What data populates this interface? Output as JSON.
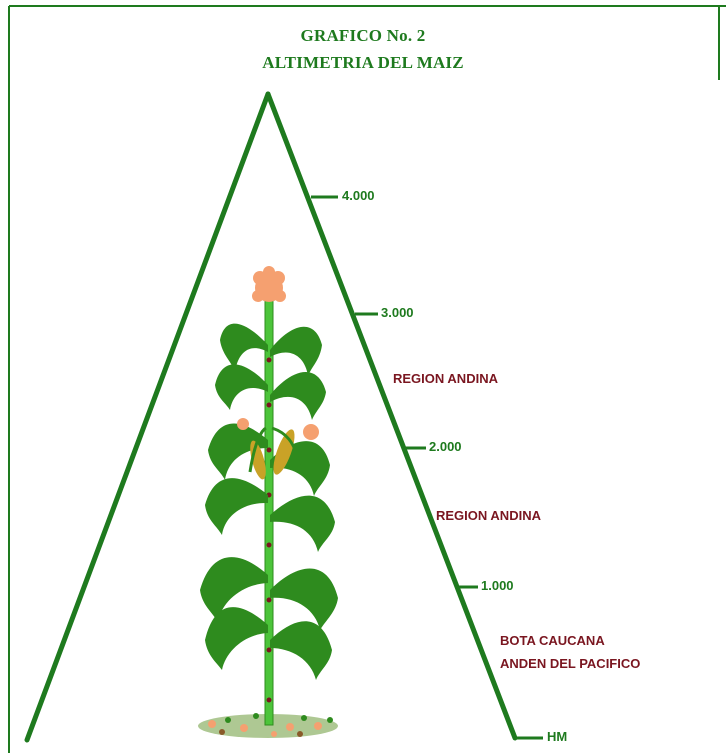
{
  "figure": {
    "title": "GRAFICO No. 2",
    "subtitle": "ALTIMETRIA DEL MAIZ",
    "colors": {
      "green": "#1e7a1e",
      "leaf_green": "#2e8b1e",
      "stem_green": "#4cc43a",
      "tassel": "#f5a070",
      "maroon": "#7a1620"
    },
    "altitude_marks": [
      {
        "label": "4.000",
        "value": 4000
      },
      {
        "label": "3.000",
        "value": 3000
      },
      {
        "label": "2.000",
        "value": 2000
      },
      {
        "label": "1.000",
        "value": 1000
      },
      {
        "label": "HM",
        "value": 0
      }
    ],
    "regions": [
      {
        "label": "REGION ANDINA"
      },
      {
        "label": "REGION ANDINA"
      },
      {
        "label": "BOTA CAUCANA"
      },
      {
        "label": "ANDEN DEL PACIFICO"
      }
    ],
    "illustration": "corn-plant-icon"
  }
}
